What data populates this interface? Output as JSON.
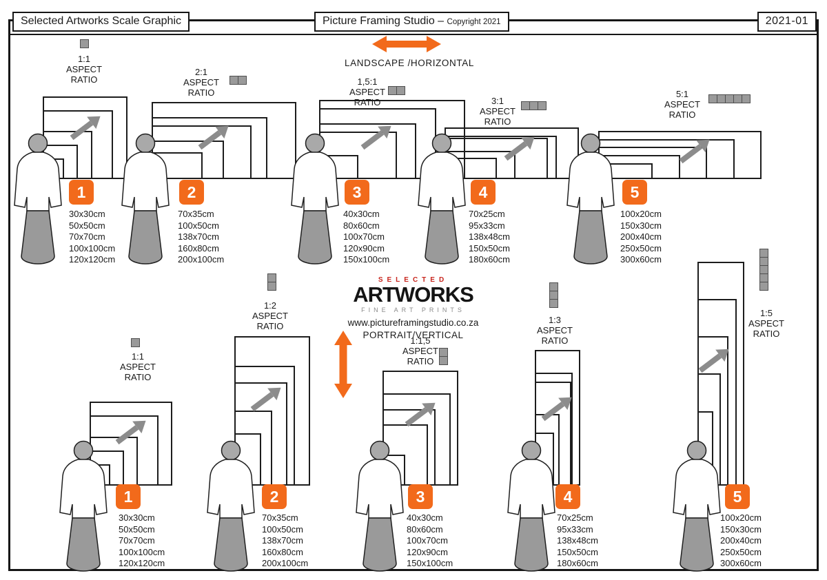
{
  "header": {
    "title": "Selected Artworks Scale Graphic",
    "studio_name": "Picture Framing Studio –",
    "copyright": "Copyright 2021",
    "doc_number": "2021-01"
  },
  "labels": {
    "aspect": "ASPECT",
    "ratio": "RATIO"
  },
  "landscape": {
    "heading": "LANDSCAPE /HORIZONTAL",
    "groups": [
      {
        "number": "1",
        "ratio": "1:1",
        "icon_squares": 1,
        "sizes": [
          "30x30cm",
          "50x50cm",
          "70x70cm",
          "100x100cm",
          "120x120cm"
        ]
      },
      {
        "number": "2",
        "ratio": "2:1",
        "icon_squares": 2,
        "sizes": [
          "70x35cm",
          "100x50cm",
          "138x70cm",
          "160x80cm",
          "200x100cm"
        ]
      },
      {
        "number": "3",
        "ratio": "1,5:1",
        "icon_squares": 2,
        "sizes": [
          "40x30cm",
          "80x60cm",
          "100x70cm",
          "120x90cm",
          "150x100cm"
        ]
      },
      {
        "number": "4",
        "ratio": "3:1",
        "icon_squares": 3,
        "sizes": [
          "70x25cm",
          "95x33cm",
          "138x48cm",
          "150x50cm",
          "180x60cm"
        ]
      },
      {
        "number": "5",
        "ratio": "5:1",
        "icon_squares": 5,
        "sizes": [
          "100x20cm",
          "150x30cm",
          "200x40cm",
          "250x50cm",
          "300x60cm"
        ]
      }
    ]
  },
  "portrait": {
    "heading": "PORTRAIT/VERTICAL",
    "website": "www.pictureframingstudio.co.za",
    "logo": {
      "line1": "SELECTED",
      "line2": "ARTWORKS",
      "line3": "FINE ART PRINTS"
    },
    "groups": [
      {
        "number": "1",
        "ratio": "1:1",
        "icon_squares": 1,
        "sizes": [
          "30x30cm",
          "50x50cm",
          "70x70cm",
          "100x100cm",
          "120x120cm"
        ]
      },
      {
        "number": "2",
        "ratio": "1:2",
        "icon_squares": 2,
        "sizes": [
          "70x35cm",
          "100x50cm",
          "138x70cm",
          "160x80cm",
          "200x100cm"
        ]
      },
      {
        "number": "3",
        "ratio": "1:1,5",
        "icon_squares": 2,
        "sizes": [
          "40x30cm",
          "80x60cm",
          "100x70cm",
          "120x90cm",
          "150x100cm"
        ]
      },
      {
        "number": "4",
        "ratio": "1:3",
        "icon_squares": 3,
        "sizes": [
          "70x25cm",
          "95x33cm",
          "138x48cm",
          "150x50cm",
          "180x60cm"
        ]
      },
      {
        "number": "5",
        "ratio": "1:5",
        "icon_squares": 5,
        "sizes": [
          "100x20cm",
          "150x30cm",
          "200x40cm",
          "250x50cm",
          "300x60cm"
        ]
      }
    ]
  },
  "colors": {
    "accent": "#f26a1b",
    "frame_line": "#1c1c1c",
    "figure_gray": "#9a9a9a",
    "logo_red": "#c8251d",
    "logo_gray": "#8a8a8a"
  }
}
